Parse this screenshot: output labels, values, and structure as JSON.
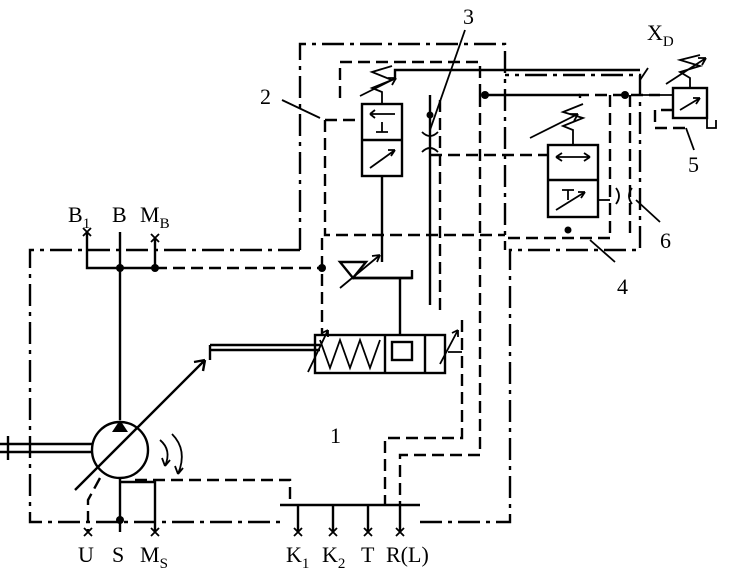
{
  "labels": {
    "n1": "1",
    "n2": "2",
    "n3": "3",
    "n4": "4",
    "n5": "5",
    "n6": "6",
    "xd_main": "X",
    "xd_sub": "D",
    "b1_main": "B",
    "b1_sub": "1",
    "b": "B",
    "mb_main": "M",
    "mb_sub": "B",
    "u": "U",
    "s": "S",
    "ms_main": "M",
    "ms_sub": "S",
    "k1_main": "K",
    "k1_sub": "1",
    "k2_main": "K",
    "k2_sub": "2",
    "t": "T",
    "rl": "R(L)"
  }
}
